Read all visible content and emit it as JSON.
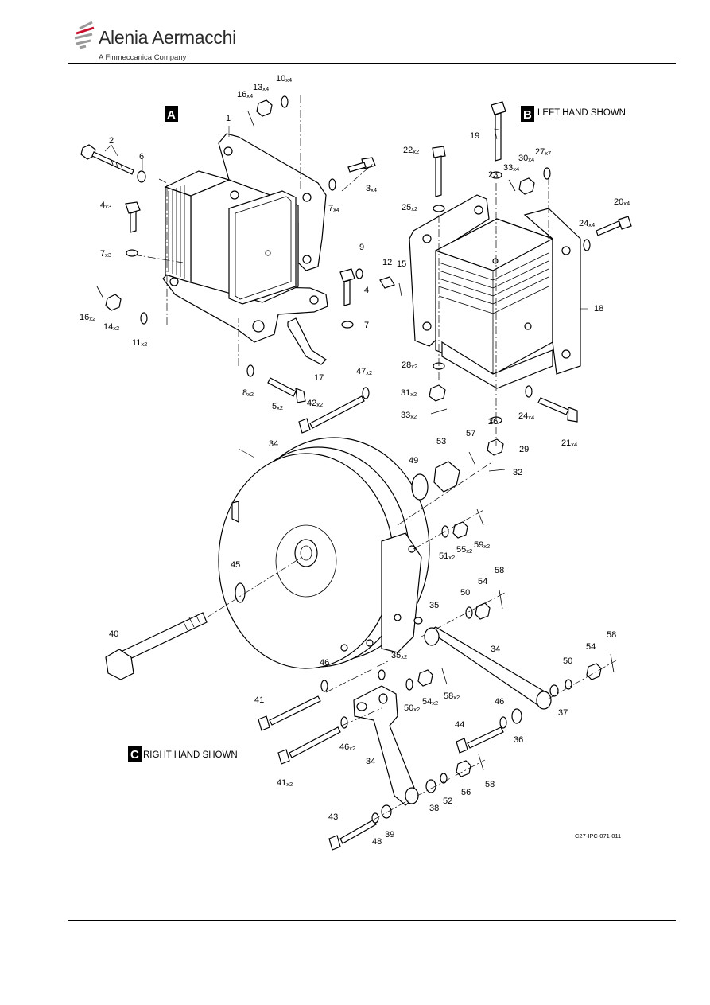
{
  "header": {
    "brand": "Alenia Aermacchi",
    "subtitle": "A Finmeccanica Company"
  },
  "views": {
    "a": {
      "letter": "A",
      "caption": ""
    },
    "b": {
      "letter": "B",
      "caption": "LEFT HAND SHOWN"
    },
    "c": {
      "letter": "C",
      "caption": "RIGHT HAND SHOWN"
    }
  },
  "drawing_ref": "C27-IPC-071-011",
  "callouts": [
    {
      "num": "1",
      "qty": ""
    },
    {
      "num": "2",
      "qty": ""
    },
    {
      "num": "6",
      "qty": ""
    },
    {
      "num": "16",
      "qty": "x4"
    },
    {
      "num": "13",
      "qty": "x4"
    },
    {
      "num": "10",
      "qty": "x4"
    },
    {
      "num": "3",
      "qty": "x4"
    },
    {
      "num": "7",
      "qty": "x4"
    },
    {
      "num": "4",
      "qty": "x3"
    },
    {
      "num": "7",
      "qty": "x3"
    },
    {
      "num": "9",
      "qty": ""
    },
    {
      "num": "12",
      "qty": ""
    },
    {
      "num": "15",
      "qty": ""
    },
    {
      "num": "4",
      "qty": ""
    },
    {
      "num": "7",
      "qty": ""
    },
    {
      "num": "16",
      "qty": "x2"
    },
    {
      "num": "14",
      "qty": "x2"
    },
    {
      "num": "11",
      "qty": "x2"
    },
    {
      "num": "17",
      "qty": ""
    },
    {
      "num": "8",
      "qty": "x2"
    },
    {
      "num": "5",
      "qty": "x2"
    },
    {
      "num": "47",
      "qty": "x2"
    },
    {
      "num": "42",
      "qty": "x2"
    },
    {
      "num": "19",
      "qty": ""
    },
    {
      "num": "22",
      "qty": "x2"
    },
    {
      "num": "23",
      "qty": ""
    },
    {
      "num": "33",
      "qty": "x4"
    },
    {
      "num": "30",
      "qty": "x4"
    },
    {
      "num": "27",
      "qty": "x7"
    },
    {
      "num": "25",
      "qty": "x2"
    },
    {
      "num": "20",
      "qty": "x4"
    },
    {
      "num": "24",
      "qty": "x4"
    },
    {
      "num": "18",
      "qty": ""
    },
    {
      "num": "28",
      "qty": "x2"
    },
    {
      "num": "31",
      "qty": "x2"
    },
    {
      "num": "33",
      "qty": "x2"
    },
    {
      "num": "24",
      "qty": "x4"
    },
    {
      "num": "26",
      "qty": ""
    },
    {
      "num": "29",
      "qty": ""
    },
    {
      "num": "21",
      "qty": "x4"
    },
    {
      "num": "32",
      "qty": ""
    },
    {
      "num": "34",
      "qty": ""
    },
    {
      "num": "53",
      "qty": ""
    },
    {
      "num": "57",
      "qty": ""
    },
    {
      "num": "49",
      "qty": ""
    },
    {
      "num": "51",
      "qty": "x2"
    },
    {
      "num": "55",
      "qty": "x2"
    },
    {
      "num": "59",
      "qty": "x2"
    },
    {
      "num": "45",
      "qty": ""
    },
    {
      "num": "58",
      "qty": ""
    },
    {
      "num": "54",
      "qty": ""
    },
    {
      "num": "50",
      "qty": ""
    },
    {
      "num": "35",
      "qty": ""
    },
    {
      "num": "40",
      "qty": ""
    },
    {
      "num": "35",
      "qty": "x2"
    },
    {
      "num": "34",
      "qty": ""
    },
    {
      "num": "58",
      "qty": ""
    },
    {
      "num": "54",
      "qty": ""
    },
    {
      "num": "50",
      "qty": ""
    },
    {
      "num": "46",
      "qty": ""
    },
    {
      "num": "54",
      "qty": "x2"
    },
    {
      "num": "58",
      "qty": "x2"
    },
    {
      "num": "50",
      "qty": "x2"
    },
    {
      "num": "41",
      "qty": ""
    },
    {
      "num": "46",
      "qty": ""
    },
    {
      "num": "37",
      "qty": ""
    },
    {
      "num": "44",
      "qty": ""
    },
    {
      "num": "36",
      "qty": ""
    },
    {
      "num": "46",
      "qty": "x2"
    },
    {
      "num": "34",
      "qty": ""
    },
    {
      "num": "41",
      "qty": "x2"
    },
    {
      "num": "56",
      "qty": ""
    },
    {
      "num": "58",
      "qty": ""
    },
    {
      "num": "52",
      "qty": ""
    },
    {
      "num": "38",
      "qty": ""
    },
    {
      "num": "43",
      "qty": ""
    },
    {
      "num": "48",
      "qty": ""
    },
    {
      "num": "39",
      "qty": ""
    }
  ]
}
